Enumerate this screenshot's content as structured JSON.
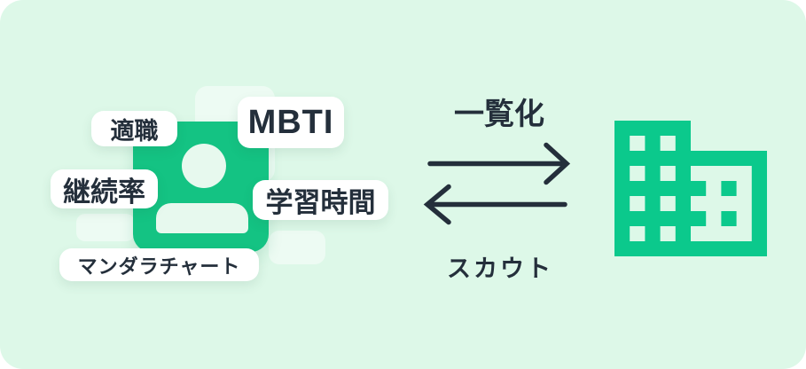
{
  "panel": {
    "outer_background": "#ffffff",
    "background": "#ddf8e8"
  },
  "colors": {
    "person_green": "#14c383",
    "building_green": "#0bc98c",
    "text_dark": "#242f3b",
    "chip_background": "#ffffff",
    "decor_shape": "#edfbf3",
    "icon_inner_light": "#e7f9ee"
  },
  "icons": {
    "person": "person-icon",
    "building": "building-icon",
    "arrow_right": "arrow-right-icon",
    "arrow_left": "arrow-left-icon"
  },
  "diagram": {
    "chips": [
      {
        "label": "適職"
      },
      {
        "label": "MBTI"
      },
      {
        "label": "継続率"
      },
      {
        "label": "学習時間"
      },
      {
        "label": "マンダラチャート"
      }
    ],
    "flow": {
      "listing_label": "一覧化",
      "scout_label": "スカウト"
    }
  }
}
